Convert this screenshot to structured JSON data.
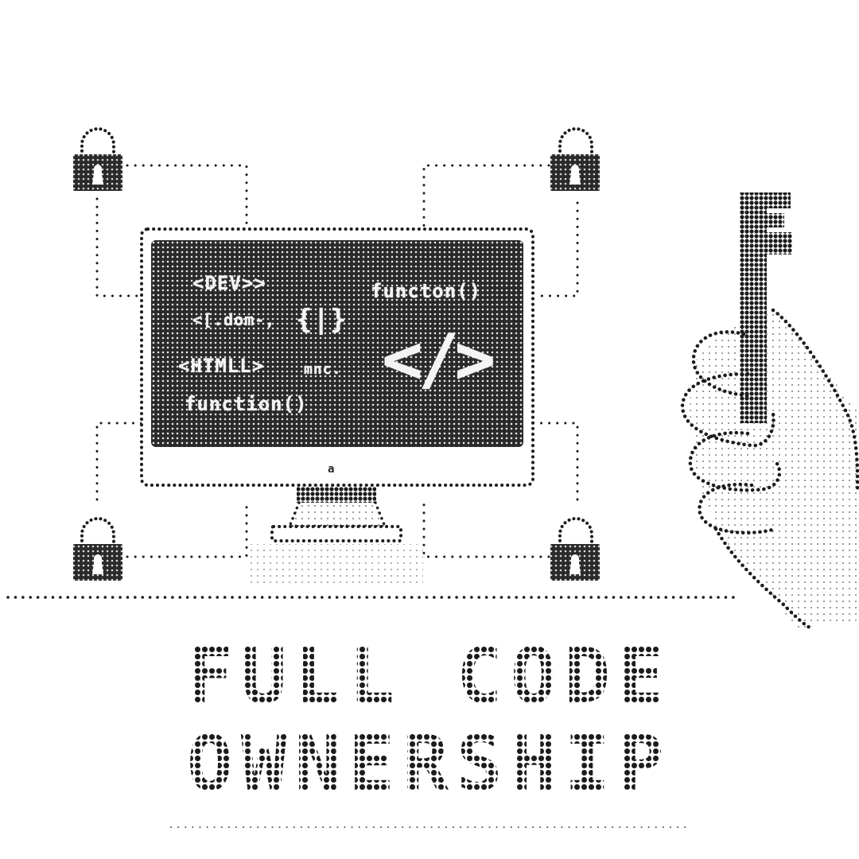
{
  "illustration": {
    "style": "halftone dot-matrix",
    "colors": {
      "ink": "#1c1c1c",
      "background": "#ffffff",
      "screen": "#2a2a2a",
      "screen_dots": "#e8e8e8"
    },
    "monitor": {
      "code_lines": [
        "<DEV>>",
        "<[.dom-,",
        "{|}",
        "<HTMLL>",
        "mnc.",
        "function()"
      ],
      "code_right": "functon()",
      "code_symbol": "</>",
      "power_indicator": "a"
    },
    "locks": [
      "top-left",
      "top-right",
      "bottom-left",
      "bottom-right"
    ],
    "hand": "hand-holding-key"
  },
  "title": {
    "line1": "FULL CODE",
    "line2": "OWNERSHIP"
  }
}
